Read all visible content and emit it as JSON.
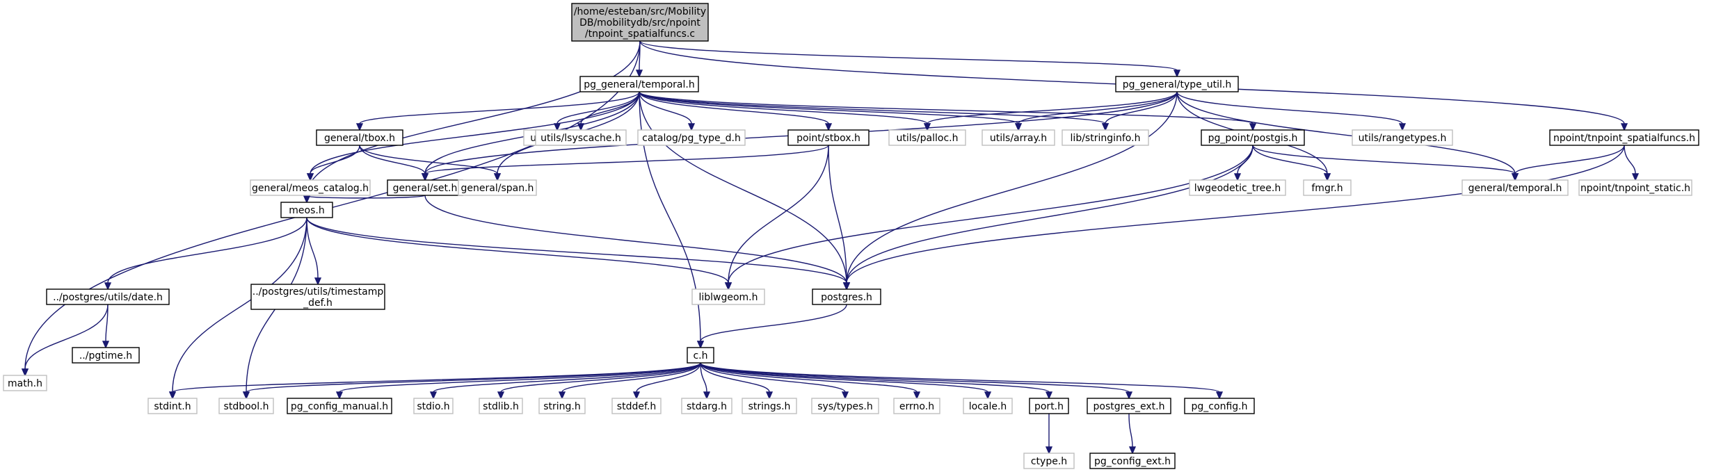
{
  "graph": {
    "colors": {
      "edge": "#191970",
      "root_fill": "#bfbfbf",
      "doc_border": "#000000",
      "ext_border": "#bfbfbf"
    },
    "nodes": [
      {
        "id": "root",
        "kind": "root",
        "lines": [
          "/home/esteban/src/Mobility",
          "DB/mobilitydb/src/npoint",
          "/tnpoint_spatialfuncs.c"
        ]
      },
      {
        "id": "temporal",
        "kind": "doc",
        "lines": [
          "pg_general/temporal.h"
        ]
      },
      {
        "id": "type_util",
        "kind": "doc",
        "lines": [
          "pg_general/type_util.h"
        ]
      },
      {
        "id": "math",
        "kind": "ext",
        "lines": [
          "math.h"
        ]
      },
      {
        "id": "meos",
        "kind": "doc",
        "lines": [
          "meos.h"
        ]
      },
      {
        "id": "npoint_sf",
        "kind": "doc",
        "lines": [
          "npoint/tnpoint_spatialfuncs.h"
        ]
      },
      {
        "id": "tbox",
        "kind": "doc",
        "lines": [
          "general/tbox.h"
        ]
      },
      {
        "id": "elog",
        "kind": "ext",
        "lines": [
          "utils/elog.h"
        ]
      },
      {
        "id": "lsyscache",
        "kind": "ext",
        "lines": [
          "utils/lsyscache.h"
        ]
      },
      {
        "id": "pg_type_d",
        "kind": "ext",
        "lines": [
          "catalog/pg_type_d.h"
        ]
      },
      {
        "id": "stbox",
        "kind": "doc",
        "lines": [
          "point/stbox.h"
        ]
      },
      {
        "id": "palloc",
        "kind": "ext",
        "lines": [
          "utils/palloc.h"
        ]
      },
      {
        "id": "array",
        "kind": "ext",
        "lines": [
          "utils/array.h"
        ]
      },
      {
        "id": "stringinfo",
        "kind": "ext",
        "lines": [
          "lib/stringinfo.h"
        ]
      },
      {
        "id": "postgis",
        "kind": "doc",
        "lines": [
          "pg_point/postgis.h"
        ]
      },
      {
        "id": "rangetypes",
        "kind": "ext",
        "lines": [
          "utils/rangetypes.h"
        ]
      },
      {
        "id": "meos_catalog",
        "kind": "ext",
        "lines": [
          "general/meos_catalog.h"
        ]
      },
      {
        "id": "set",
        "kind": "doc",
        "lines": [
          "general/set.h"
        ]
      },
      {
        "id": "span",
        "kind": "ext",
        "lines": [
          "general/span.h"
        ]
      },
      {
        "id": "lwgeodetic",
        "kind": "ext",
        "lines": [
          "lwgeodetic_tree.h"
        ]
      },
      {
        "id": "fmgr",
        "kind": "ext",
        "lines": [
          "fmgr.h"
        ]
      },
      {
        "id": "gen_temporal",
        "kind": "ext",
        "lines": [
          "general/temporal.h"
        ]
      },
      {
        "id": "npoint_static",
        "kind": "ext",
        "lines": [
          "npoint/tnpoint_static.h"
        ]
      },
      {
        "id": "date",
        "kind": "doc",
        "lines": [
          "../postgres/utils/date.h"
        ]
      },
      {
        "id": "timestamp",
        "kind": "doc",
        "lines": [
          "../postgres/utils/timestamp",
          "_def.h"
        ]
      },
      {
        "id": "liblwgeom",
        "kind": "ext",
        "lines": [
          "liblwgeom.h"
        ]
      },
      {
        "id": "postgres",
        "kind": "doc",
        "lines": [
          "postgres.h"
        ]
      },
      {
        "id": "pgtime",
        "kind": "doc",
        "lines": [
          "../pgtime.h"
        ]
      },
      {
        "id": "c",
        "kind": "doc",
        "lines": [
          "c.h"
        ]
      },
      {
        "id": "stdint",
        "kind": "ext",
        "lines": [
          "stdint.h"
        ]
      },
      {
        "id": "stdbool",
        "kind": "ext",
        "lines": [
          "stdbool.h"
        ]
      },
      {
        "id": "pg_config_manual",
        "kind": "doc",
        "lines": [
          "pg_config_manual.h"
        ]
      },
      {
        "id": "stdio",
        "kind": "ext",
        "lines": [
          "stdio.h"
        ]
      },
      {
        "id": "stdlib",
        "kind": "ext",
        "lines": [
          "stdlib.h"
        ]
      },
      {
        "id": "string",
        "kind": "ext",
        "lines": [
          "string.h"
        ]
      },
      {
        "id": "stddef",
        "kind": "ext",
        "lines": [
          "stddef.h"
        ]
      },
      {
        "id": "stdarg",
        "kind": "ext",
        "lines": [
          "stdarg.h"
        ]
      },
      {
        "id": "strings",
        "kind": "ext",
        "lines": [
          "strings.h"
        ]
      },
      {
        "id": "sys_types",
        "kind": "ext",
        "lines": [
          "sys/types.h"
        ]
      },
      {
        "id": "errno",
        "kind": "ext",
        "lines": [
          "errno.h"
        ]
      },
      {
        "id": "locale",
        "kind": "ext",
        "lines": [
          "locale.h"
        ]
      },
      {
        "id": "port",
        "kind": "doc",
        "lines": [
          "port.h"
        ]
      },
      {
        "id": "postgres_ext",
        "kind": "doc",
        "lines": [
          "postgres_ext.h"
        ]
      },
      {
        "id": "pg_config",
        "kind": "doc",
        "lines": [
          "pg_config.h"
        ]
      },
      {
        "id": "ctype",
        "kind": "ext",
        "lines": [
          "ctype.h"
        ]
      },
      {
        "id": "pg_config_ext",
        "kind": "doc",
        "lines": [
          "pg_config_ext.h"
        ]
      }
    ],
    "edges": [
      [
        "root",
        "temporal"
      ],
      [
        "root",
        "type_util"
      ],
      [
        "root",
        "math"
      ],
      [
        "root",
        "meos"
      ],
      [
        "root",
        "npoint_sf"
      ],
      [
        "temporal",
        "tbox"
      ],
      [
        "temporal",
        "elog"
      ],
      [
        "temporal",
        "lsyscache"
      ],
      [
        "temporal",
        "pg_type_d"
      ],
      [
        "temporal",
        "stbox"
      ],
      [
        "temporal",
        "palloc"
      ],
      [
        "temporal",
        "array"
      ],
      [
        "temporal",
        "stringinfo"
      ],
      [
        "temporal",
        "postgis"
      ],
      [
        "temporal",
        "meos_catalog"
      ],
      [
        "temporal",
        "set"
      ],
      [
        "temporal",
        "span"
      ],
      [
        "temporal",
        "postgres"
      ],
      [
        "temporal",
        "c"
      ],
      [
        "type_util",
        "palloc"
      ],
      [
        "type_util",
        "array"
      ],
      [
        "type_util",
        "stringinfo"
      ],
      [
        "type_util",
        "rangetypes"
      ],
      [
        "type_util",
        "fmgr"
      ],
      [
        "type_util",
        "gen_temporal"
      ],
      [
        "type_util",
        "set"
      ],
      [
        "type_util",
        "postgres"
      ],
      [
        "tbox",
        "meos_catalog"
      ],
      [
        "tbox",
        "set"
      ],
      [
        "tbox",
        "span"
      ],
      [
        "stbox",
        "set"
      ],
      [
        "stbox",
        "liblwgeom"
      ],
      [
        "stbox",
        "postgres"
      ],
      [
        "postgis",
        "lwgeodetic"
      ],
      [
        "postgis",
        "fmgr"
      ],
      [
        "postgis",
        "gen_temporal"
      ],
      [
        "postgis",
        "liblwgeom"
      ],
      [
        "postgis",
        "postgres"
      ],
      [
        "npoint_sf",
        "gen_temporal"
      ],
      [
        "npoint_sf",
        "npoint_static"
      ],
      [
        "npoint_sf",
        "postgres"
      ],
      [
        "set",
        "meos"
      ],
      [
        "set",
        "postgres"
      ],
      [
        "meos",
        "date"
      ],
      [
        "meos",
        "timestamp"
      ],
      [
        "meos",
        "liblwgeom"
      ],
      [
        "meos",
        "postgres"
      ],
      [
        "meos",
        "stdint"
      ],
      [
        "meos",
        "stdbool"
      ],
      [
        "date",
        "math"
      ],
      [
        "date",
        "pgtime"
      ],
      [
        "postgres",
        "c"
      ],
      [
        "c",
        "stdint"
      ],
      [
        "c",
        "stdbool"
      ],
      [
        "c",
        "pg_config_manual"
      ],
      [
        "c",
        "stdio"
      ],
      [
        "c",
        "stdlib"
      ],
      [
        "c",
        "string"
      ],
      [
        "c",
        "stddef"
      ],
      [
        "c",
        "stdarg"
      ],
      [
        "c",
        "strings"
      ],
      [
        "c",
        "sys_types"
      ],
      [
        "c",
        "errno"
      ],
      [
        "c",
        "locale"
      ],
      [
        "c",
        "port"
      ],
      [
        "c",
        "postgres_ext"
      ],
      [
        "c",
        "pg_config"
      ],
      [
        "port",
        "ctype"
      ],
      [
        "postgres_ext",
        "pg_config_ext"
      ]
    ]
  }
}
